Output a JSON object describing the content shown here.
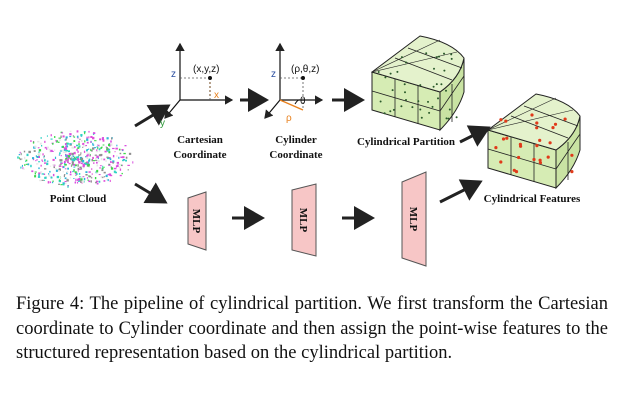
{
  "figure": {
    "labels": {
      "point_cloud": "Point Cloud",
      "cartesian_line1": "Cartesian",
      "cartesian_line2": "Coordinate",
      "cylinder_line1": "Cylinder",
      "cylinder_line2": "Coordinate",
      "cylindrical_partition": "Cylindrical Partition",
      "cylindrical_features": "Cylindrical Features"
    },
    "mlp_label": "MLP",
    "cartesian_axes": {
      "z": "z",
      "y": "y",
      "x": "x",
      "point": "(x,y,z)"
    },
    "cylinder_axes": {
      "z": "z",
      "rho": "ρ",
      "theta": "θ",
      "point": "(ρ,θ,z)"
    },
    "colors": {
      "mlp_fill": "#f7c6c6",
      "mlp_stroke": "#555555",
      "partition_fill": "#d6ecb4",
      "partition_top": "#e4f2cc",
      "arrow": "#222222",
      "x_axis": "#e8801c",
      "z_axis": "#2a4ea0",
      "y_axis": "#2f9a3a",
      "feature_points": "#e03a1a"
    }
  },
  "caption": "Figure 4: The pipeline of cylindrical partition. We first transform the Cartesian coordinate to Cylinder coordinate and then assign the point-wise features to the structured representation based on the cylindrical partition."
}
